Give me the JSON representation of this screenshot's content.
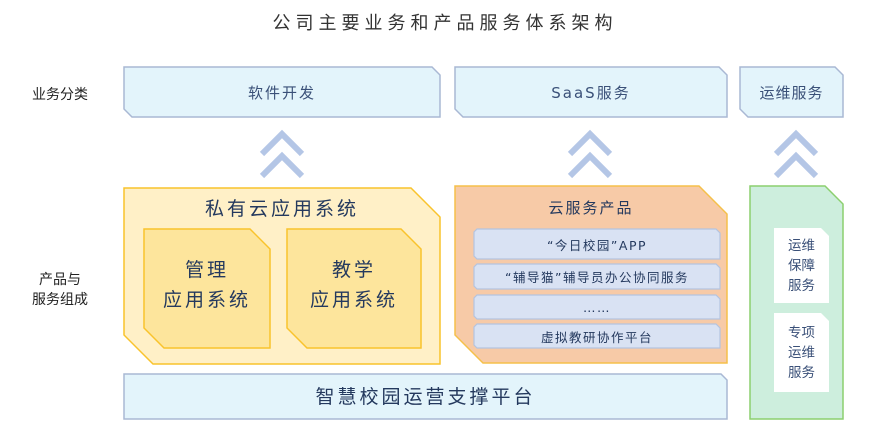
{
  "title": "公司主要业务和产品服务体系架构",
  "row_labels": {
    "business": "业务分类",
    "products_line1": "产品与",
    "products_line2": "服务组成"
  },
  "business": [
    "软件开发",
    "SaaS服务",
    "运维服务"
  ],
  "private_cloud": {
    "title": "私有云应用系统",
    "systems": [
      {
        "line1": "管理",
        "line2": "应用系统"
      },
      {
        "line1": "教学",
        "line2": "应用系统"
      }
    ]
  },
  "cloud_service": {
    "title": "云服务产品",
    "items": [
      "“今日校园”APP",
      "“辅导猫”辅导员办公协同服务",
      "……",
      "虚拟教研协作平台"
    ]
  },
  "ops": [
    {
      "line1": "运维",
      "line2": "保障",
      "line3": "服务"
    },
    {
      "line1": "专项",
      "line2": "运维",
      "line3": "服务"
    }
  ],
  "platform": "智慧校园运营支撑平台",
  "colors": {
    "top": "#e3f4fb",
    "yellow": "#fff0c7",
    "orange": "#f7caa7",
    "green": "#cdeedd",
    "item": "#d9e2f3"
  }
}
